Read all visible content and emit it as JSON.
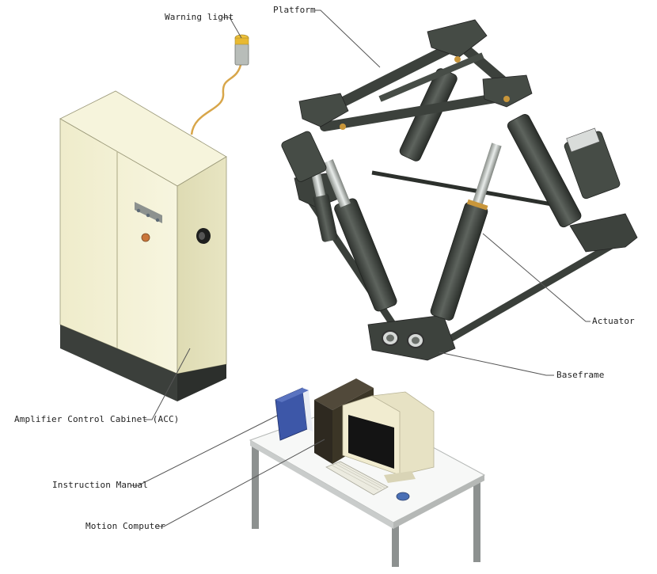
{
  "labels": {
    "warning_light": "Warning light",
    "platform": "Platform",
    "actuator": "Actuator",
    "baseframe": "Baseframe",
    "acc": "Amplifier Control Cabinet (ACC)",
    "instruction_manual": "Instruction Manual",
    "motion_computer": "Motion Computer"
  },
  "colors": {
    "cabinet": "#f3f0cf",
    "cabinet_side": "#e2dfb8",
    "cabinet_base": "#3b3f3b",
    "frame": "#3f443f",
    "frame_dark": "#2c302c",
    "frame_light": "#5b615b",
    "cable": "#d8a64a",
    "manual": "#3d57a8",
    "computer_case": "#3b3526",
    "monitor": "#f1ecd0",
    "table_top": "#f5f6f5",
    "table_leg": "#8d9190",
    "leader_line": "#555555"
  }
}
